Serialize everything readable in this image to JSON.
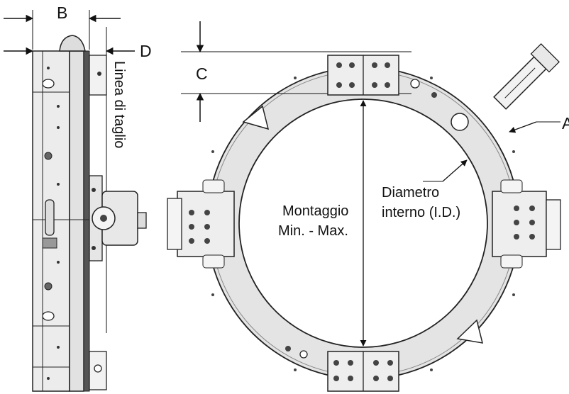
{
  "labels": {
    "b": "B",
    "d": "D",
    "c": "C",
    "a": "A",
    "linea": "Linea di taglio",
    "montaggio_line1": "Montaggio",
    "montaggio_line2": "Min. - Max.",
    "diametro_line1": "Diametro",
    "diametro_line2": "interno (I.D.)"
  },
  "colors": {
    "ring_fill": "#e4e4e4",
    "outline": "#222222",
    "block_fill": "#eeeeee",
    "background": "#ffffff"
  }
}
